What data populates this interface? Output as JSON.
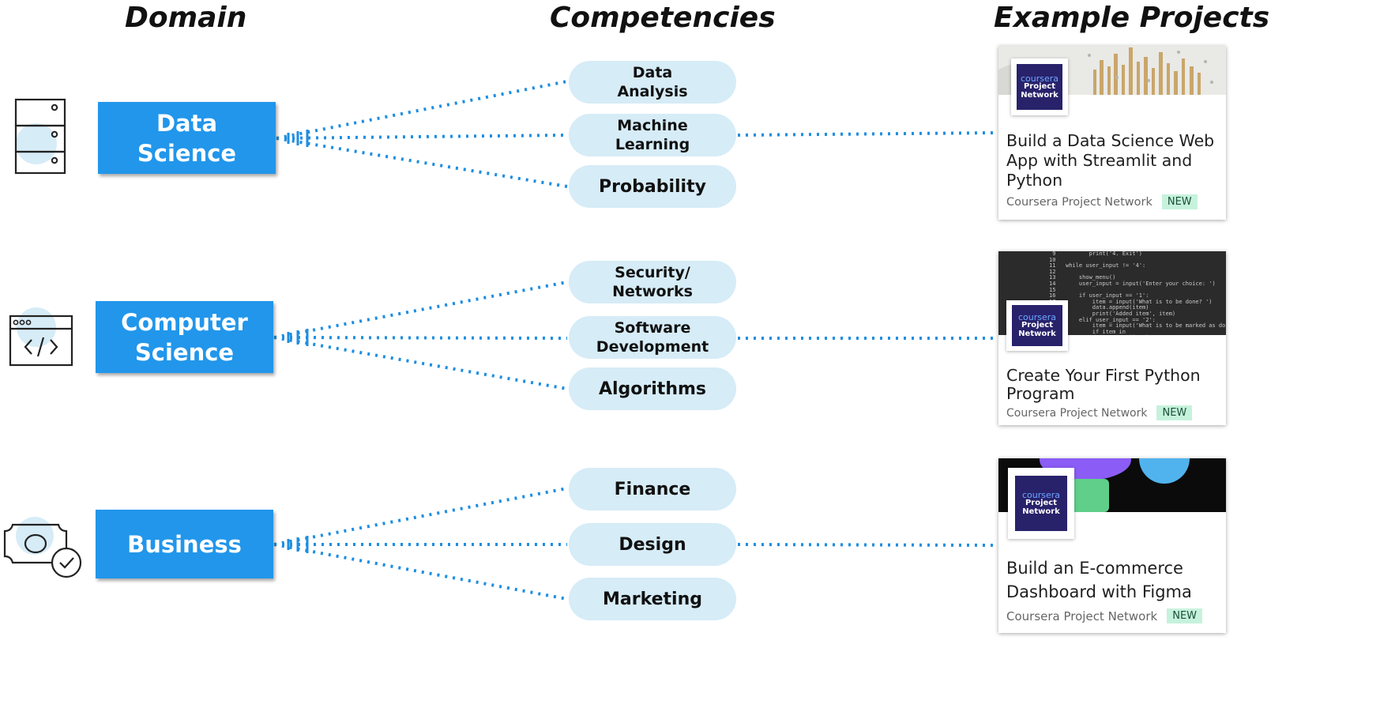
{
  "headers": {
    "domain": "Domain",
    "competencies": "Competencies",
    "projects": "Example Projects"
  },
  "domains": [
    {
      "label": "Data\nScience",
      "icon": "server-icon"
    },
    {
      "label": "Computer\nScience",
      "icon": "code-window-icon"
    },
    {
      "label": "Business",
      "icon": "money-check-icon"
    }
  ],
  "competencies": [
    {
      "label": "Data\nAnalysis"
    },
    {
      "label": "Machine\nLearning"
    },
    {
      "label": "Probability"
    },
    {
      "label": "Security/\nNetworks"
    },
    {
      "label": "Software\nDevelopment"
    },
    {
      "label": "Algorithms"
    },
    {
      "label": "Finance"
    },
    {
      "label": "Design"
    },
    {
      "label": "Marketing"
    }
  ],
  "projects": [
    {
      "title": "Build a Data Science Web\nApp with Streamlit and\nPython",
      "provider": "Coursera Project Network",
      "badge": "NEW"
    },
    {
      "title": "Create Your First Python\nProgram",
      "provider": "Coursera Project Network",
      "badge": "NEW"
    },
    {
      "title": "Build an E-commerce\nDashboard with Figma",
      "provider": "Coursera Project Network",
      "badge": "NEW"
    }
  ],
  "logo": {
    "brand": "coursera",
    "line1": "Project",
    "line2": "Network"
  },
  "colors": {
    "domain_box": "#2196eb",
    "pill": "#d6ecf7",
    "connector": "#1e8ee0",
    "badge": "#c6f2dc",
    "logo_bg": "#28226b"
  }
}
